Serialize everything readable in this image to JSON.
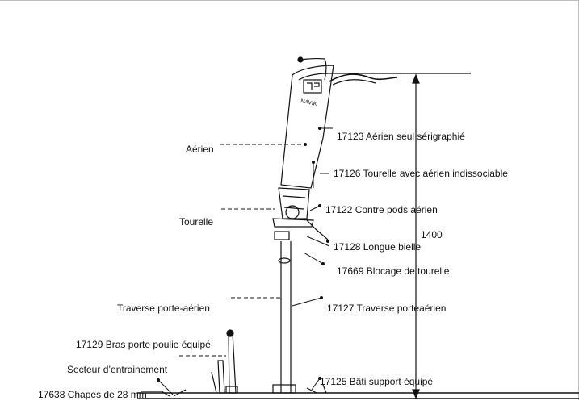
{
  "diagram": {
    "height_dimension": "1400",
    "left_labels": {
      "aerien": "Aérien",
      "tourelle": "Tourelle",
      "traverse": "Traverse porte-aérien",
      "bras": "17129 Bras porte poulie équipé",
      "secteur": "Secteur d’entrainement",
      "chapes": "17638 Chapes de 28 mm"
    },
    "right_labels": {
      "p17123": "17123 Aérien seul sérigraphié",
      "p17126": "17126 Tourelle avec aérien indissociable",
      "p17122": "17122 Contre pods aérien",
      "p17128": "17128 Longue bielle",
      "p17669": "17669 Blocage de tourelle",
      "p17127": "17127 Traverse porteaérien",
      "p17125": "17125 Bâti support équipé"
    },
    "colors": {
      "ink": "#111111",
      "frame": "#bdbdbd"
    }
  }
}
